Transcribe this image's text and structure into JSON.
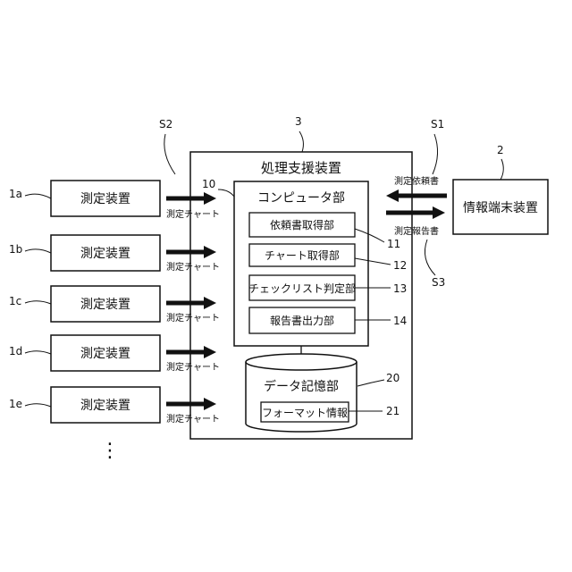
{
  "refs": {
    "s2": "S2",
    "system": "3",
    "s1": "S1",
    "terminal": "2",
    "computer": "10",
    "mod11": "11",
    "mod12": "12",
    "mod13": "13",
    "mod14": "14",
    "storage": "20",
    "fmt": "21",
    "s3": "S3",
    "dev_a": "1a",
    "dev_b": "1b",
    "dev_c": "1c",
    "dev_d": "1d",
    "dev_e": "1e"
  },
  "devices": {
    "a": "測定装置",
    "b": "測定装置",
    "c": "測定装置",
    "d": "測定装置",
    "e": "測定装置"
  },
  "chart_labels": {
    "a": "測定チャート",
    "b": "測定チャート",
    "c": "測定チャート",
    "d": "測定チャート",
    "e": "測定チャート"
  },
  "system": {
    "title": "処理支援装置",
    "computer_title": "コンピュータ部",
    "modules": {
      "m11": "依頼書取得部",
      "m12": "チャート取得部",
      "m13": "チェックリスト判定部",
      "m14": "報告書出力部"
    },
    "storage_title": "データ記憶部",
    "format_info": "フォーマット情報"
  },
  "terminal": {
    "label": "情報端末装置",
    "request": "測定依頼書",
    "report": "測定報告書"
  },
  "more": "⋮"
}
